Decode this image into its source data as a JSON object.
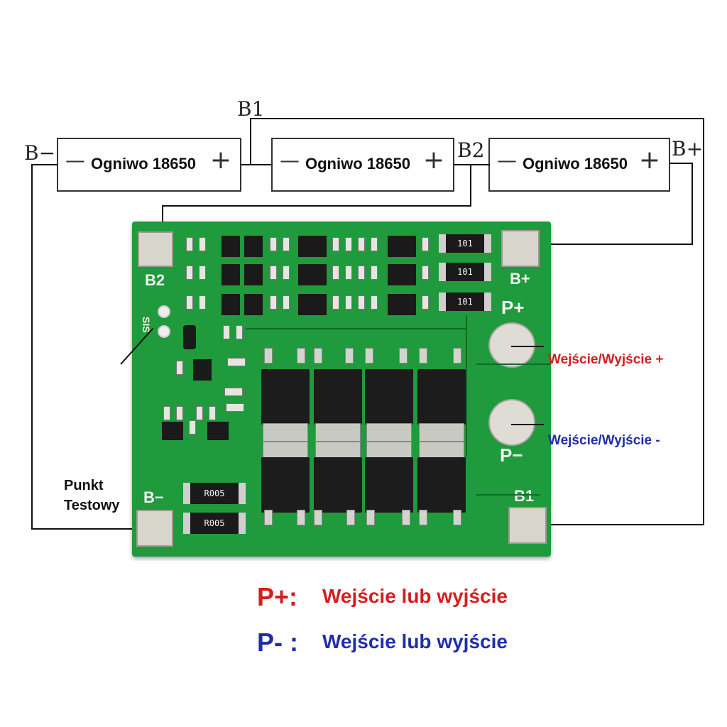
{
  "cells": [
    {
      "label": "Ogniwo 18650",
      "minus": "—",
      "plus": "+"
    },
    {
      "label": "Ogniwo 18650",
      "minus": "—",
      "plus": "+"
    },
    {
      "label": "Ogniwo 18650",
      "minus": "—",
      "plus": "+"
    }
  ],
  "nodes": {
    "b_minus": "B−",
    "b1": "B1",
    "b2": "B2",
    "b_plus": "B+"
  },
  "board": {
    "b2": "B2",
    "b_plus": "B+",
    "p_plus": "P+",
    "p_minus": "P−",
    "b_minus": "B−",
    "b1": "B1",
    "sis": "SIS",
    "res_top": [
      "101",
      "101",
      "101"
    ],
    "res_shunt": [
      "R005",
      "R005"
    ]
  },
  "annotations": {
    "io_plus": "Wejście/Wyjście +",
    "io_minus": "Wejście/Wyjście -",
    "test_point_line1": "Punkt",
    "test_point_line2": "Testowy"
  },
  "legend": {
    "p_plus_key": "P+:",
    "p_plus_text": "Wejście lub wyjście",
    "p_minus_key": "P- :",
    "p_minus_text": "Wejście lub wyjście"
  },
  "colors": {
    "red": "#d21f1f",
    "blue": "#1f2fa8",
    "pcb_green": "#1f9a3c"
  }
}
